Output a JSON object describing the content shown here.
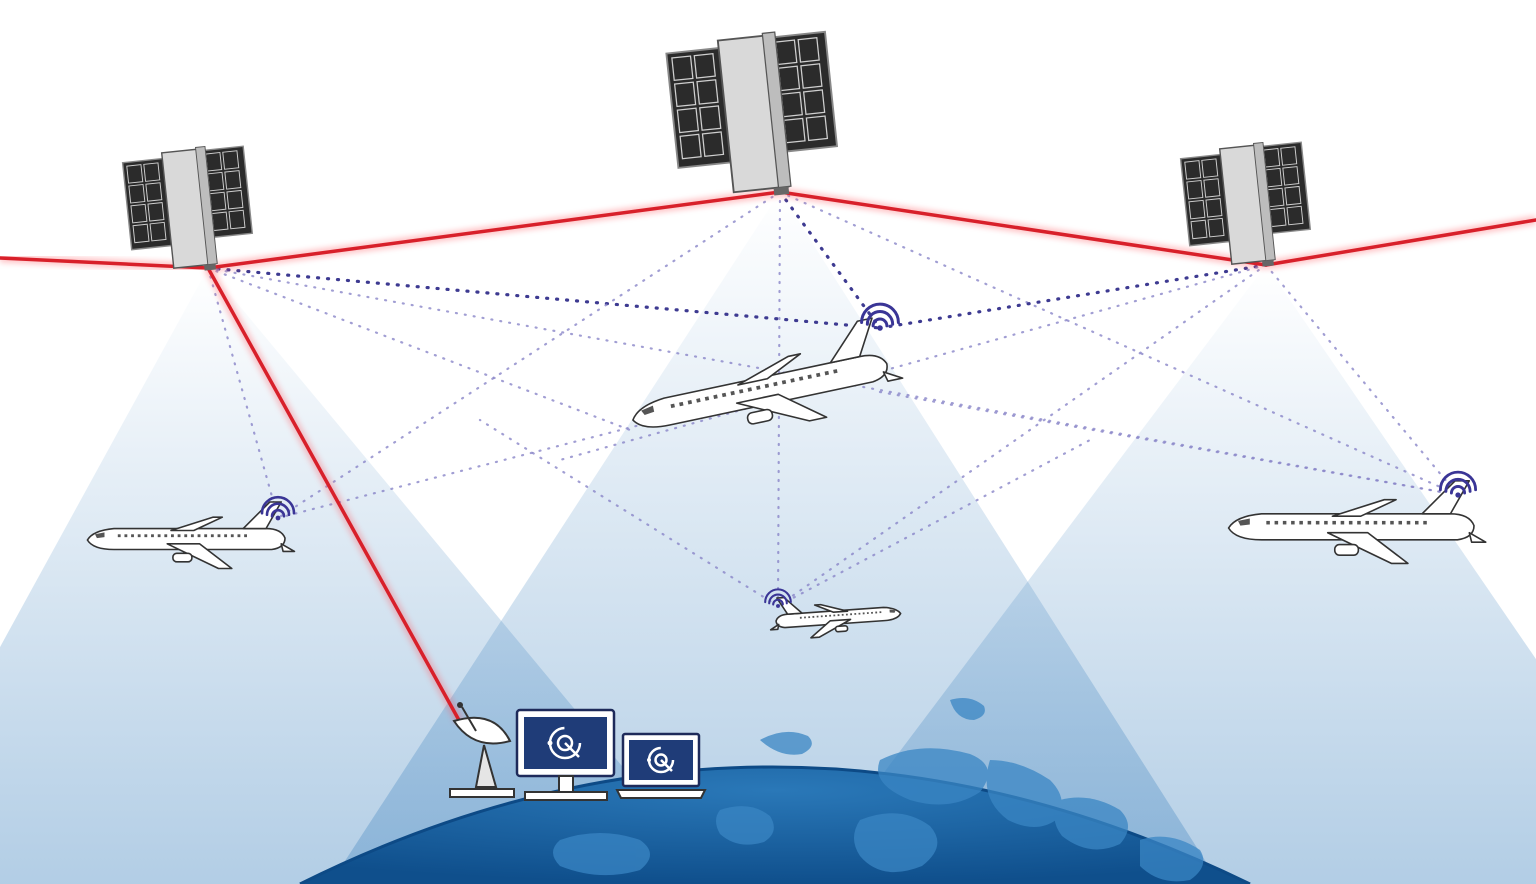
{
  "colors": {
    "background": "#ffffff",
    "beam_fill": "#5b95c8",
    "crosslink_red": "#d8202a",
    "link_dots": "#8a86c9",
    "link_dots_strong": "#3d3a91",
    "wifi": "#3a3596",
    "earth_ocean": "#1a65a3",
    "earth_land": "#2f7ab8",
    "terminal_screen": "#1f3c78",
    "terminal_frame": "#1e2a5a",
    "satellite_panel": "#2b2b2b",
    "satellite_body": "#d9d9d9",
    "aircraft_body": "#ffffff",
    "aircraft_outline": "#333333"
  },
  "icons": {
    "satellite": "satellite-icon",
    "aircraft": "airplane-icon",
    "wifi": "wifi-signal-icon",
    "dish": "satellite-dish-icon",
    "monitor": "desktop-monitor-icon",
    "laptop": "laptop-icon",
    "app_logo": "tracking-logo-icon"
  },
  "satellites": [
    {
      "id": "left"
    },
    {
      "id": "center"
    },
    {
      "id": "right"
    }
  ],
  "aircraft": [
    {
      "id": "left",
      "has_wifi": true
    },
    {
      "id": "center-large",
      "has_wifi": true
    },
    {
      "id": "right",
      "has_wifi": true
    },
    {
      "id": "bottom-small",
      "has_wifi": true
    }
  ],
  "ground_station": {
    "elements": [
      "satellite-dish",
      "desktop-monitor",
      "laptop"
    ]
  }
}
